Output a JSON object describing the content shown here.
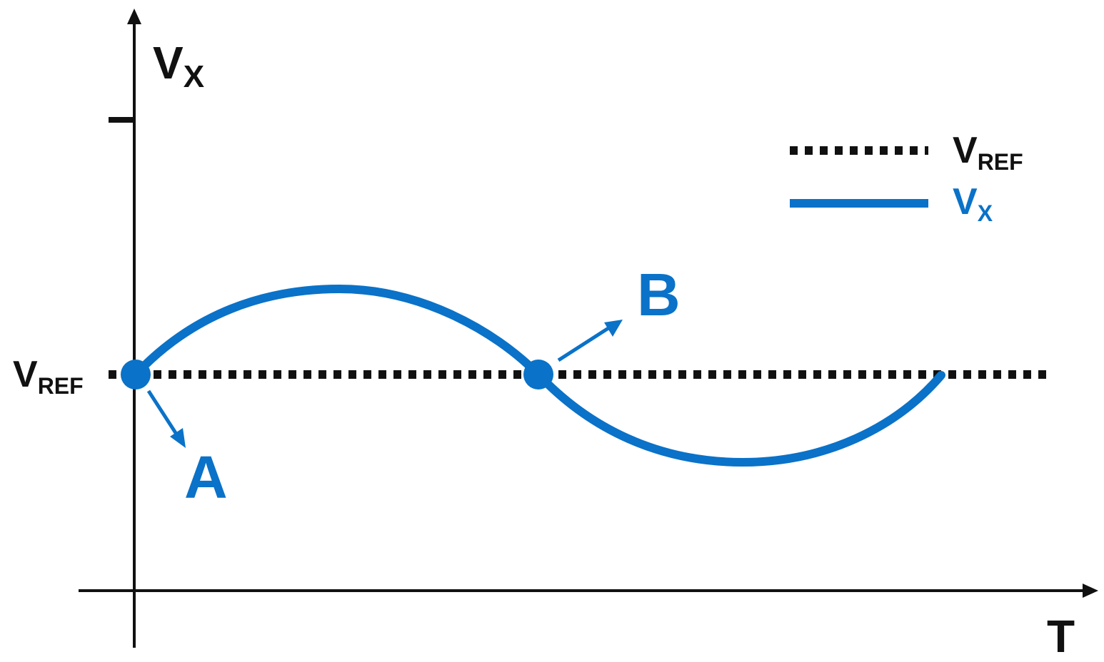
{
  "diagram": {
    "y_axis_label": {
      "main": "V",
      "sub": "X"
    },
    "x_axis_label": "T",
    "vref_label": {
      "main": "V",
      "sub": "REF"
    },
    "point_a_label": "A",
    "point_b_label": "B",
    "legend": {
      "vref": {
        "main": "V",
        "sub": "REF"
      },
      "vx": {
        "main": "V",
        "sub": "X"
      }
    },
    "colors": {
      "signal": "#0a72c8",
      "reference": "#111111",
      "axis": "#111111"
    }
  }
}
